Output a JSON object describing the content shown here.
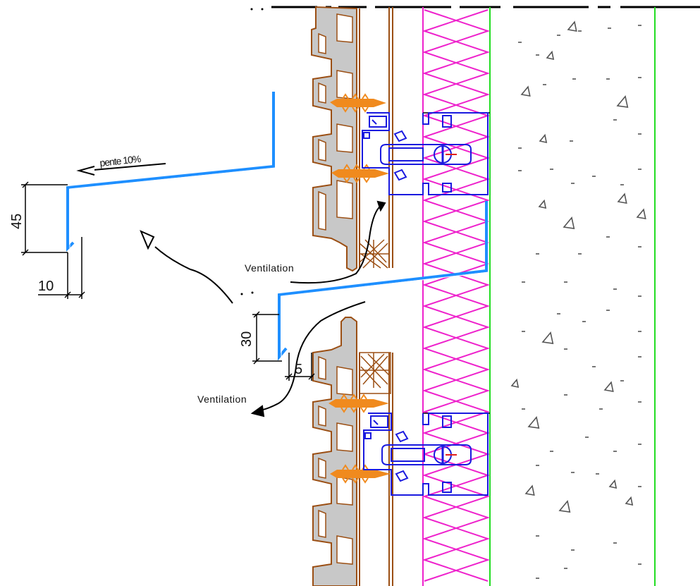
{
  "labels": {
    "slope": "pente 10%",
    "ventilation_upper": "Ventilation",
    "ventilation_lower": "Ventilation"
  },
  "dimensions": {
    "upper_flashing_height": "45",
    "upper_flashing_drip": "10",
    "lower_flashing_height": "30",
    "lower_flashing_drip": "5"
  },
  "colors": {
    "flashing": "#1e8fff",
    "bracket": "#1a1adf",
    "screw": "#f08a1e",
    "insulation": "#ee22cc",
    "membrane": "#22dd22",
    "cladding": "#9b4f14",
    "cladding_hatch": "#8a8a8a",
    "dimension": "#000000",
    "airflow": "#000000"
  }
}
